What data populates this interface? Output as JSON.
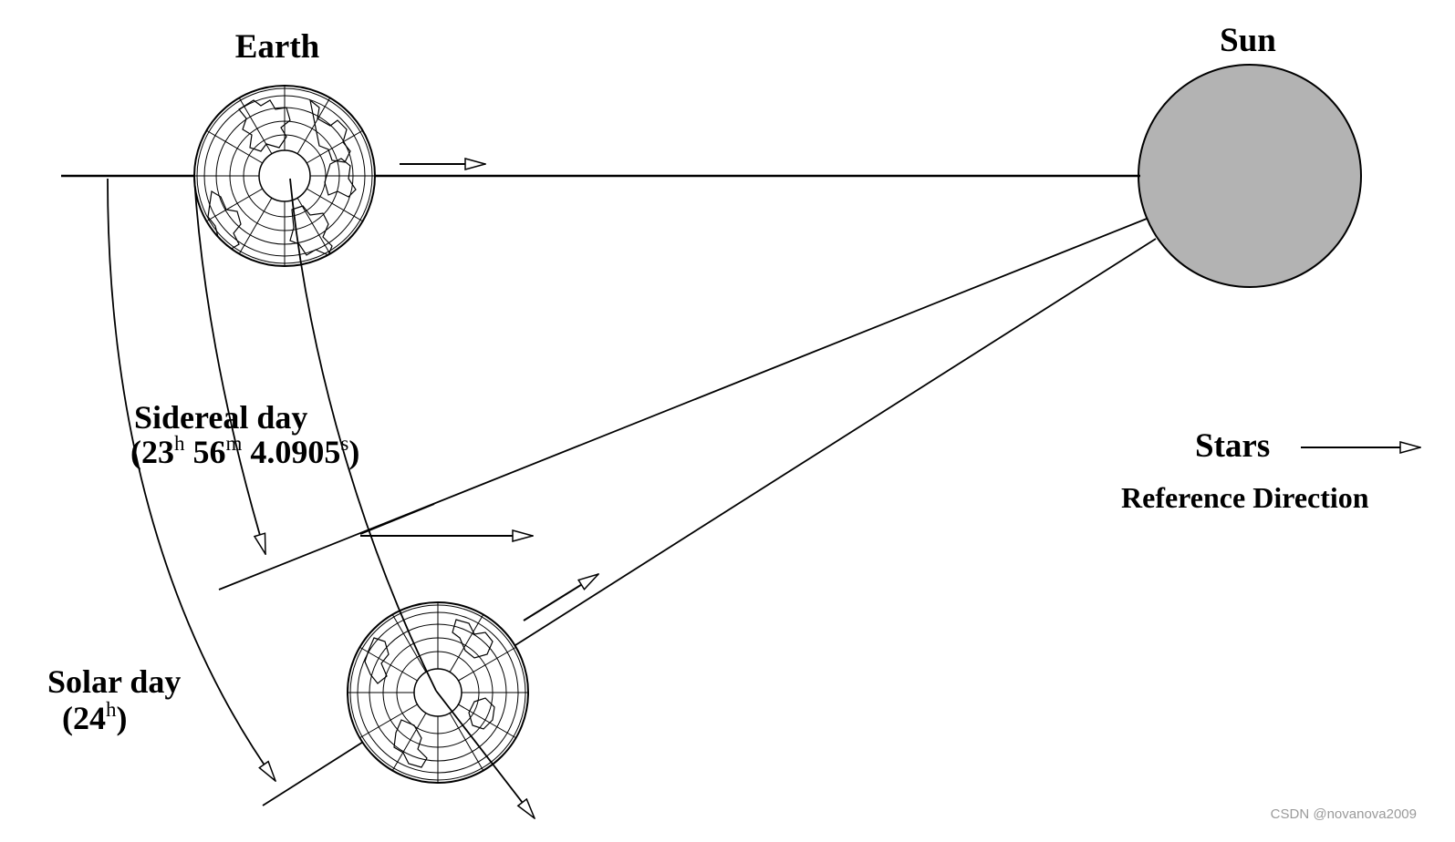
{
  "labels": {
    "earth": "Earth",
    "sun": "Sun",
    "sidereal_title": "Sidereal day",
    "sidereal_open": "(23",
    "sidereal_h": "h",
    "sidereal_56": " 56",
    "sidereal_m": "m",
    "sidereal_sec": " 4.0905",
    "sidereal_s": "s",
    "sidereal_close": ")",
    "solar_title": "Solar day",
    "solar_open": "(24",
    "solar_h": "h",
    "solar_close": ")",
    "stars": "Stars",
    "reference": "Reference Direction",
    "watermark": "CSDN @novanova2009"
  },
  "colors": {
    "sun_fill": "#b3b3b3",
    "line": "#000000",
    "watermark": "#9a9a9a"
  }
}
